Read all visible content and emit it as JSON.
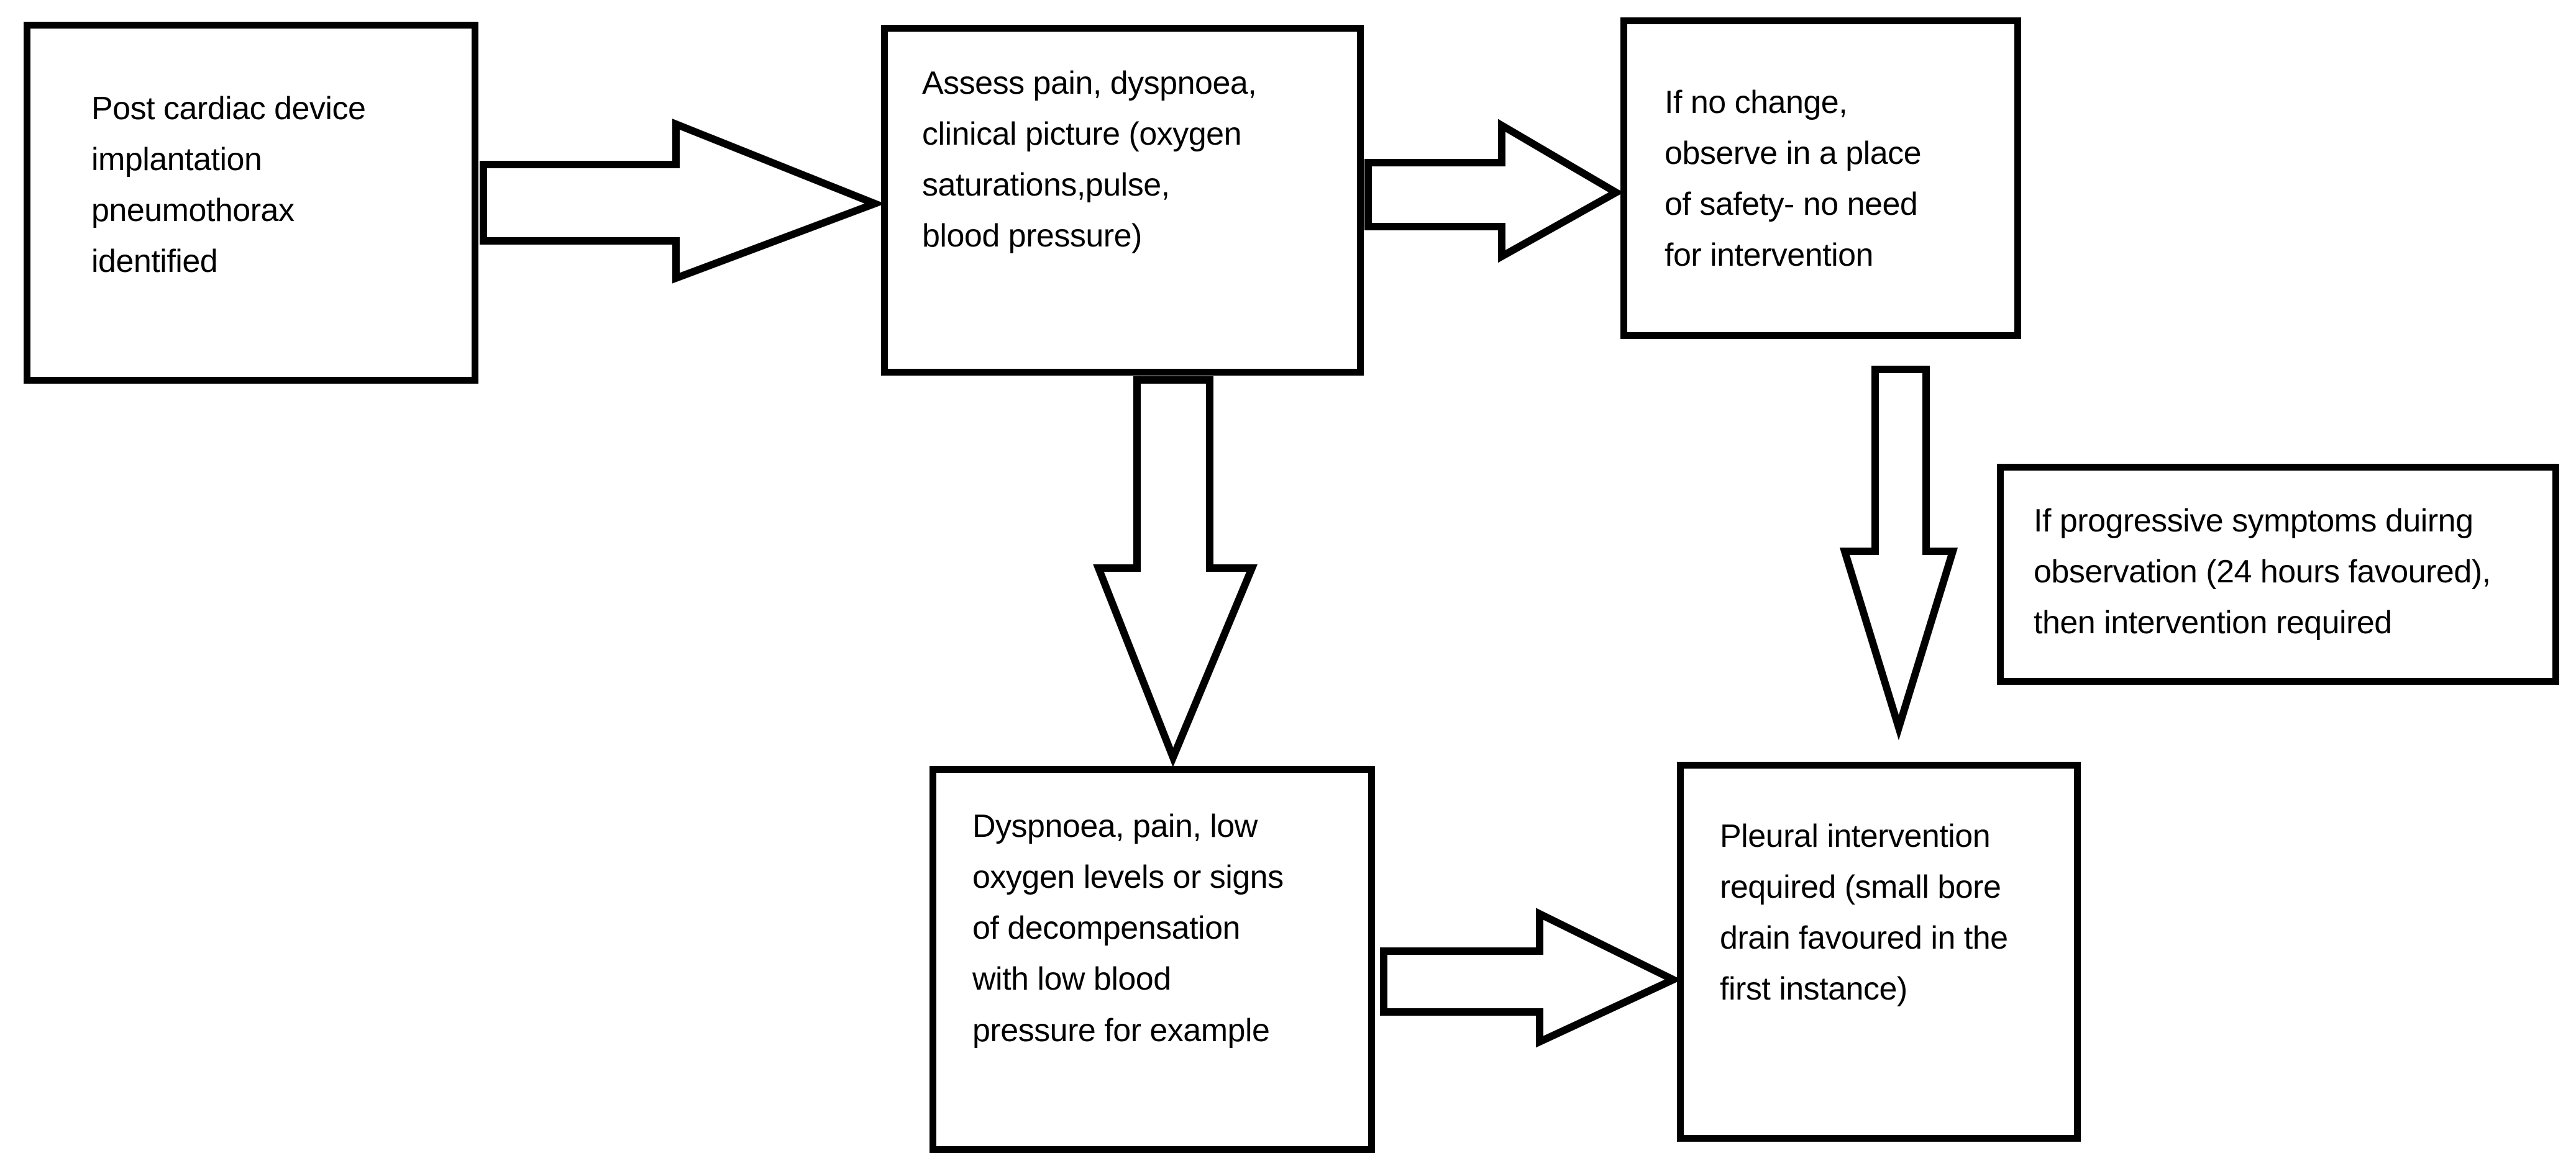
{
  "diagram": {
    "nodes": [
      {
        "id": "n1",
        "text": "Post cardiac device\nimplantation\npneumothorax\nidentified"
      },
      {
        "id": "n2",
        "text": "Assess pain, dyspnoea,\nclinical picture (oxygen\nsaturations,pulse,\nblood pressure)"
      },
      {
        "id": "n3",
        "text": "If no change,\nobserve in a place\nof safety- no need\nfor intervention"
      },
      {
        "id": "n4",
        "text": "If progressive symptoms duirng\nobservation (24 hours favoured),\nthen intervention required"
      },
      {
        "id": "n5",
        "text": "Dyspnoea, pain, low\noxygen levels or signs\nof decompensation\nwith low blood\npressure for example"
      },
      {
        "id": "n6",
        "text": "Pleural intervention\nrequired (small bore\ndrain favoured in the\nfirst instance)"
      }
    ],
    "edges": [
      {
        "from": "n1",
        "to": "n2",
        "style": "hollow-block-arrow"
      },
      {
        "from": "n2",
        "to": "n3",
        "style": "hollow-block-arrow"
      },
      {
        "from": "n2",
        "to": "n5",
        "style": "hollow-block-arrow"
      },
      {
        "from": "n3",
        "to": "n6",
        "style": "hollow-block-arrow"
      },
      {
        "from": "n5",
        "to": "n6",
        "style": "hollow-block-arrow"
      }
    ],
    "colors": {
      "stroke": "#000000",
      "fill": "#ffffff"
    }
  }
}
